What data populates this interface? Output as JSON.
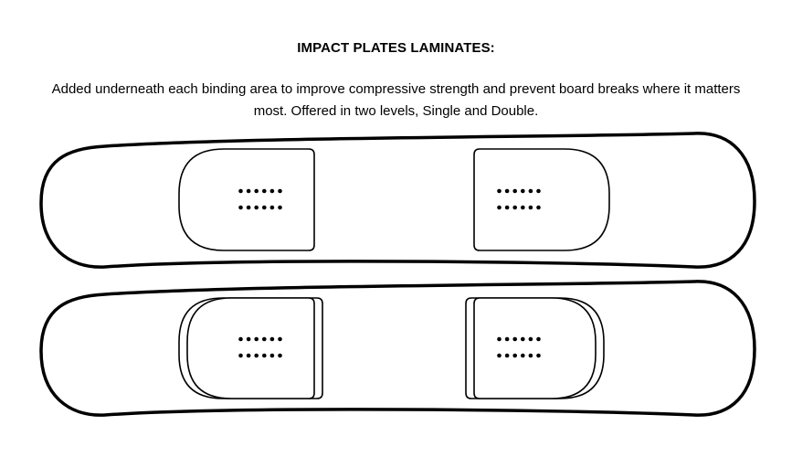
{
  "heading": {
    "title": "IMPACT PLATES LAMINATES:",
    "description": "Added underneath each binding area to improve compressive strength and prevent board breaks where it matters most. Offered in two levels, Single and Double."
  },
  "colors": {
    "line": "#000000",
    "background": "#ffffff"
  },
  "diagram": {
    "boards": [
      {
        "id": "single",
        "impact_plate_layers": 1
      },
      {
        "id": "double",
        "impact_plate_layers": 2
      }
    ],
    "insert_pattern": {
      "rows": 2,
      "holes_per_row": 6
    }
  }
}
